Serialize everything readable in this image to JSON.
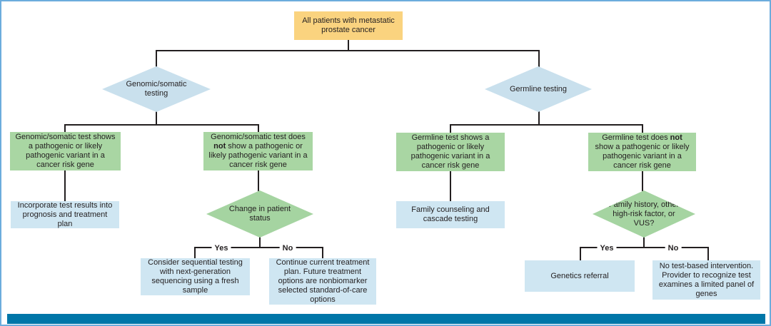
{
  "palette": {
    "root_fill": "#FAD37F",
    "result_fill": "#A9D6A3",
    "action_fill": "#CFE6F2",
    "decision_blue_fill": "#C9E0ED",
    "decision_green_fill": "#A5D4A1",
    "line_color": "#231F20",
    "footer_bar_fill": "#0076A8",
    "frame_border": "#6CACDD"
  },
  "flowchart": {
    "root": "All patients with metastatic prostate cancer",
    "edge_labels": {
      "yes": "Yes",
      "no": "No"
    },
    "somatic_branch": {
      "decision": "Genomic/somatic testing",
      "positive_result": "Genomic/somatic test shows a pathogenic or likely pathogenic variant in a cancer risk gene",
      "positive_action": "Incorporate test results into prognosis and treatment plan",
      "negative_result_pre": "Genomic/somatic test does ",
      "negative_result_bold": "not",
      "negative_result_post": " show a pathogenic or likely pathogenic variant in a cancer risk gene",
      "negative_decision": "Change in patient status",
      "yes_action": "Consider sequential testing with next-generation sequencing using a fresh sample",
      "no_action": "Continue current treatment plan. Future treatment options are nonbiomarker selected standard-of-care options"
    },
    "germline_branch": {
      "decision": "Germline testing",
      "positive_result": "Germline test shows a pathogenic or likely pathogenic variant in a cancer risk gene",
      "positive_action": "Family counseling and cascade testing",
      "negative_result_pre": "Germline test does ",
      "negative_result_bold": "not",
      "negative_result_post": " show a pathogenic or likely pathogenic variant in a cancer risk gene",
      "negative_decision": "Family history, other high-risk factor, or VUS?",
      "yes_action": "Genetics referral",
      "no_action": "No test-based intervention. Provider to recognize test examines a limited panel of genes"
    }
  }
}
